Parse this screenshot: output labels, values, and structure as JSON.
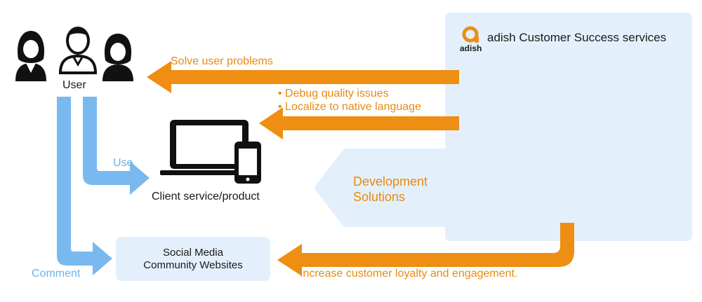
{
  "colors": {
    "orange": "#ee8e12",
    "blue": "#7ab9ef",
    "panel": "#e3f0fb",
    "dark": "#1a1a1a"
  },
  "icons": {
    "users": "three-person-icons",
    "device": "laptop-and-phone-icon",
    "logo": "adish-logo"
  },
  "logo": {
    "text": "adish"
  },
  "services": {
    "title": "adish Customer Success services"
  },
  "user": {
    "label": "User"
  },
  "client": {
    "label": "Client service/product"
  },
  "social": {
    "line1": "Social Media",
    "line2": "Community Websites"
  },
  "arrows": {
    "solve": "Solve user problems",
    "debug": "• Debug quality issues",
    "localize": "• Localize to native language",
    "use": "Use",
    "comment": "Comment",
    "loyalty": "Increase customer loyalty and engagement."
  },
  "dev": {
    "line1": "Development",
    "line2": "Solutions"
  }
}
